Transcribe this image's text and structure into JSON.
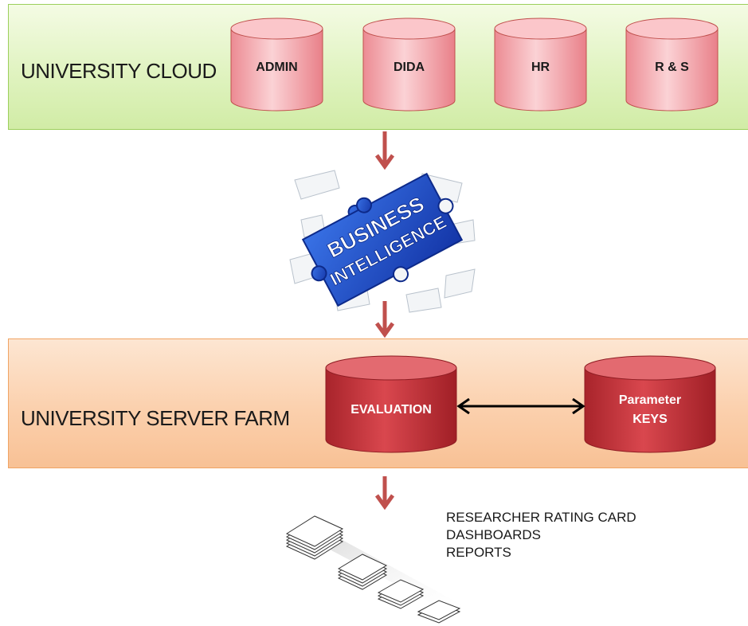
{
  "cloud": {
    "title": "UNIVERSITY CLOUD",
    "databases": [
      "ADMIN",
      "DIDA",
      "HR",
      "R & S"
    ]
  },
  "bi": {
    "line1": "BUSINESS",
    "line2": "INTELLIGENCE"
  },
  "server_farm": {
    "title": "UNIVERSITY SERVER FARM",
    "evaluation": "EVALUATION",
    "parameter_line1": "Parameter",
    "parameter_line2": "KEYS"
  },
  "outputs": [
    "RESEARCHER RATING CARD",
    "DASHBOARDS",
    "REPORTS"
  ],
  "colors": {
    "cloud_band": "#e0f3c0",
    "farm_band": "#fbd0ad",
    "pink_db": "#f3a6ad",
    "red_db": "#c9333a",
    "connector_arrow": "#c0504d",
    "puzzle_blue": "#1f4fc8"
  }
}
